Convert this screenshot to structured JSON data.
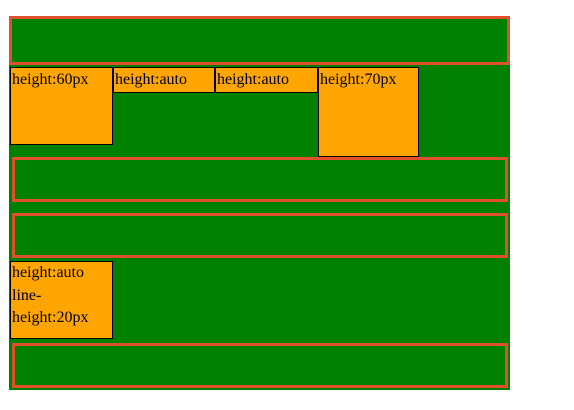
{
  "colors": {
    "container_bg": "#008000",
    "bar_border": "#e0502a",
    "box_bg": "#ffa500",
    "box_border": "#000000"
  },
  "row1": {
    "box1_label": "height:60px",
    "box2_label": "height:auto",
    "box3_label": "height:auto",
    "box4_label": "height:70px"
  },
  "row2": {
    "box1_line1": "height:auto",
    "box1_line2": "line-",
    "box1_line3": "height:20px"
  }
}
